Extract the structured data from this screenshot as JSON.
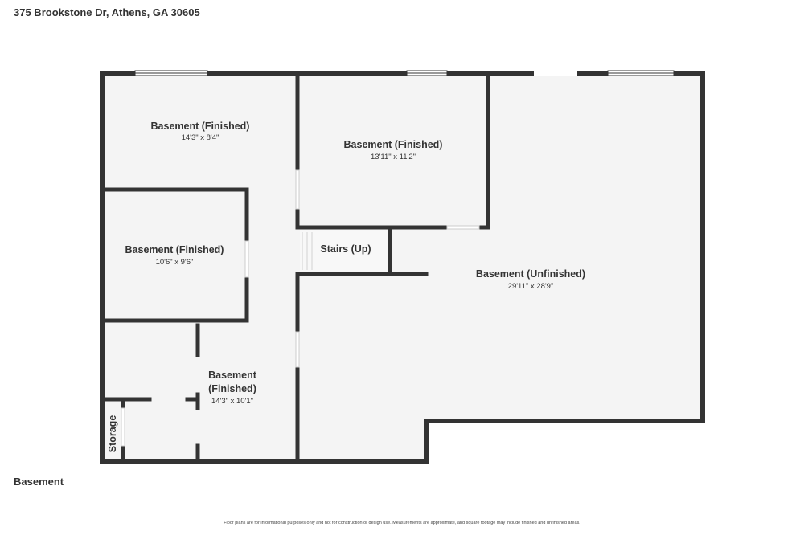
{
  "header": {
    "address": "375 Brookstone Dr, Athens, GA 30605"
  },
  "floor": {
    "label": "Basement"
  },
  "footer": {
    "disclaimer": "Floor plans are for informational purposes only and not for construction or design use. Measurements are approximate, and square footage may include finished and unfinished areas."
  },
  "rooms": [
    {
      "name": "Basement (Finished)",
      "dims": "14'3\" x 8'4\""
    },
    {
      "name": "Basement (Finished)",
      "dims": "13'11\" x 11'2\""
    },
    {
      "name": "Basement (Finished)",
      "dims": "10'6\" x 9'6\""
    },
    {
      "name": "Basement (Unfinished)",
      "dims": "29'11\" x 28'9\""
    },
    {
      "name_line1": "Basement",
      "name_line2": "(Finished)",
      "dims": "14'3\" x 10'1\""
    },
    {
      "name": "Storage"
    },
    {
      "name": "Stairs (Up)"
    }
  ],
  "colors": {
    "wall": "#333333",
    "floor_fill": "#f4f4f4",
    "window": "#ffffff"
  }
}
